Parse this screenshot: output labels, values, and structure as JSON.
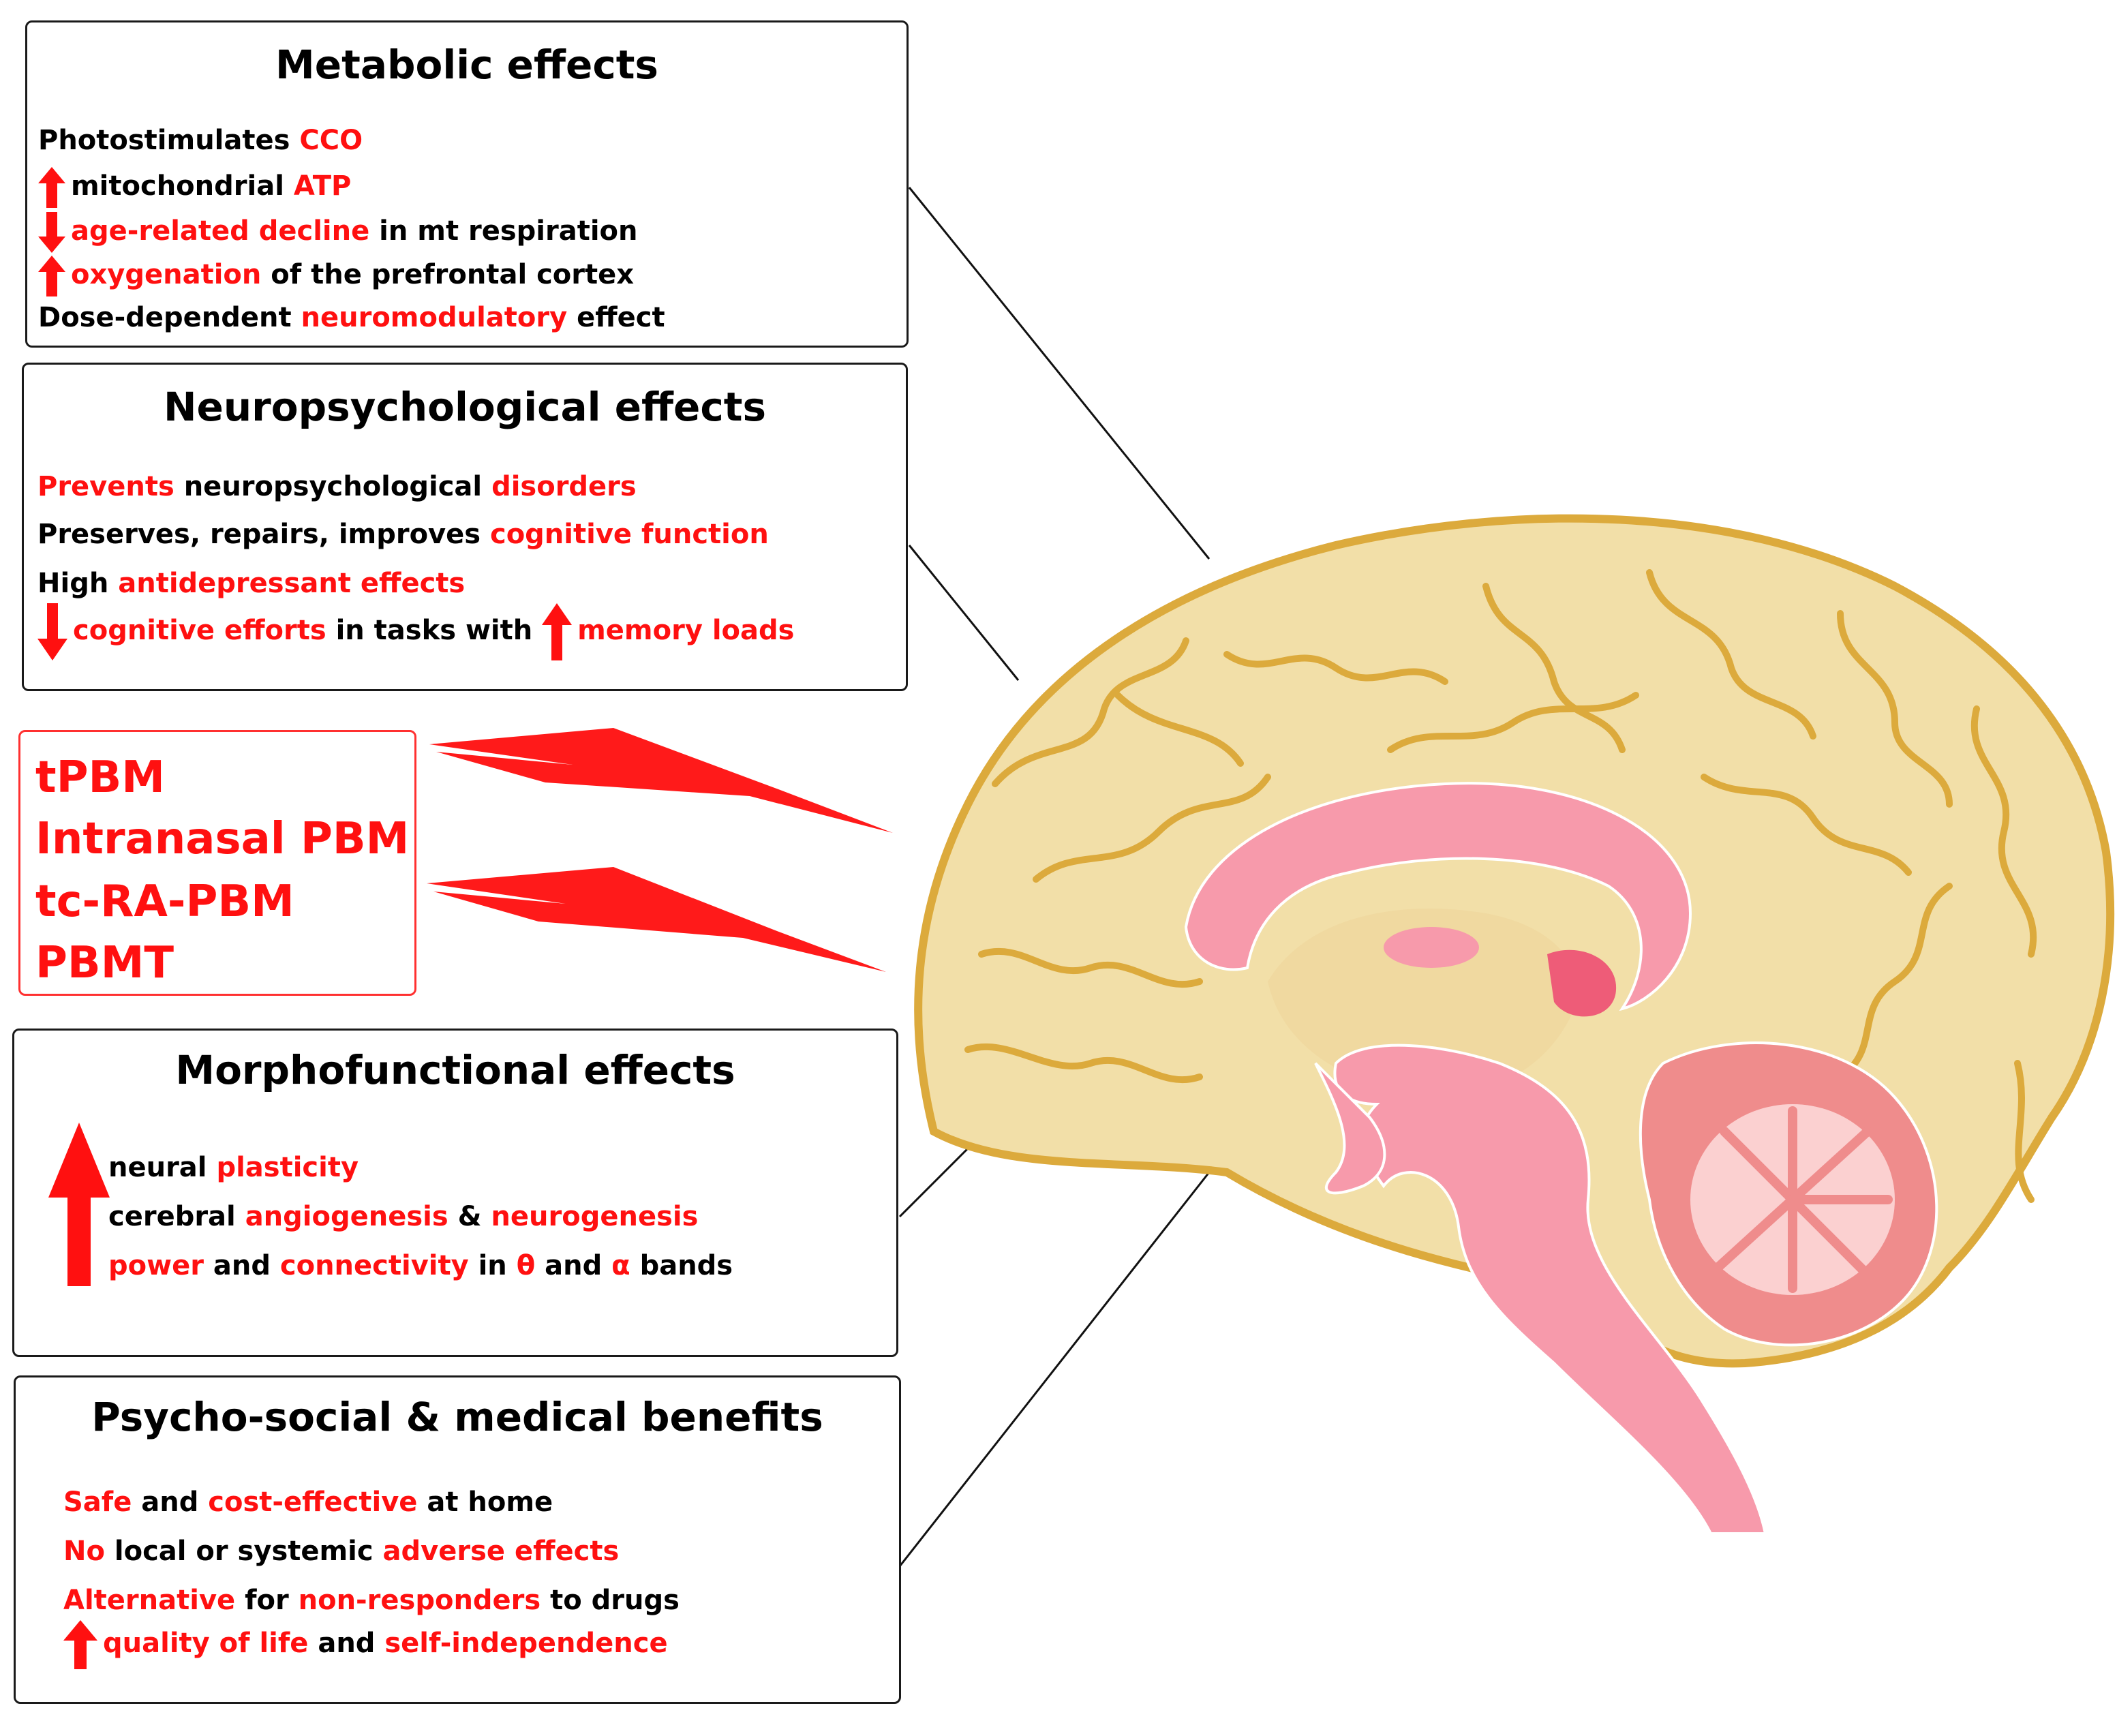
{
  "metabolic": {
    "title": "Metabolic effects",
    "lines": [
      [
        {
          "t": "Photostimulates ",
          "c": "k"
        },
        {
          "t": "CCO",
          "c": "r"
        }
      ],
      [
        {
          "t": "mitochondrial ",
          "c": "k"
        },
        {
          "t": "ATP",
          "c": "r"
        }
      ],
      [
        {
          "t": "age-related decline",
          "c": "r"
        },
        {
          "t": " in mt respiration",
          "c": "k"
        }
      ],
      [
        {
          "t": "oxygenation",
          "c": "r"
        },
        {
          "t": " of the prefrontal cortex",
          "c": "k"
        }
      ],
      [
        {
          "t": "Dose-dependent ",
          "c": "k"
        },
        {
          "t": "neuromodulatory",
          "c": "r"
        },
        {
          "t": " effect",
          "c": "k"
        }
      ]
    ]
  },
  "neuro": {
    "title": "Neuropsychological effects",
    "lines": [
      [
        {
          "t": "Prevents",
          "c": "r"
        },
        {
          "t": " neuropsychological ",
          "c": "k"
        },
        {
          "t": "disorders",
          "c": "r"
        }
      ],
      [
        {
          "t": "Preserves, repairs, improves ",
          "c": "k"
        },
        {
          "t": "cognitive function",
          "c": "r"
        }
      ],
      [
        {
          "t": "High ",
          "c": "k"
        },
        {
          "t": "antidepressant effects",
          "c": "r"
        }
      ],
      [
        {
          "t": "cognitive efforts",
          "c": "r"
        },
        {
          "t": " in tasks with ",
          "c": "k"
        }
      ],
      [
        {
          "t": "memory loads",
          "c": "r"
        }
      ]
    ]
  },
  "methods": [
    "tPBM",
    "Intranasal PBM",
    "tc-RA-PBM",
    "PBMT"
  ],
  "morpho": {
    "title": "Morphofunctional effects",
    "lines": [
      [
        {
          "t": "neural ",
          "c": "k"
        },
        {
          "t": "plasticity",
          "c": "r"
        }
      ],
      [
        {
          "t": "cerebral ",
          "c": "k"
        },
        {
          "t": "angiogenesis",
          "c": "r"
        },
        {
          "t": " & ",
          "c": "k"
        },
        {
          "t": "neurogenesis",
          "c": "r"
        }
      ],
      [
        {
          "t": "power",
          "c": "r"
        },
        {
          "t": " and ",
          "c": "k"
        },
        {
          "t": "connectivity",
          "c": "r"
        },
        {
          "t": " in ",
          "c": "k"
        },
        {
          "t": "θ",
          "c": "r"
        },
        {
          "t": " and ",
          "c": "k"
        },
        {
          "t": "α",
          "c": "r"
        },
        {
          "t": " bands",
          "c": "k"
        }
      ]
    ]
  },
  "psycho": {
    "title": "Psycho-social & medical benefits",
    "lines": [
      [
        {
          "t": "Safe",
          "c": "r"
        },
        {
          "t": " and ",
          "c": "k"
        },
        {
          "t": "cost-effective",
          "c": "r"
        },
        {
          "t": " at home",
          "c": "k"
        }
      ],
      [
        {
          "t": "No",
          "c": "r"
        },
        {
          "t": " local or systemic ",
          "c": "k"
        },
        {
          "t": "adverse effects",
          "c": "r"
        }
      ],
      [
        {
          "t": "Alternative",
          "c": "r"
        },
        {
          "t": " for ",
          "c": "k"
        },
        {
          "t": "non-responders",
          "c": "r"
        },
        {
          "t": " to drugs",
          "c": "k"
        }
      ],
      [
        {
          "t": "quality of life",
          "c": "r"
        },
        {
          "t": " and ",
          "c": "k"
        },
        {
          "t": "self-independence",
          "c": "r"
        }
      ]
    ]
  },
  "colors": {
    "accent_red": "#ff1010",
    "brain_fill": "#f2dfa8",
    "brain_stroke": "#dcaa3c",
    "pink": "#f79aab",
    "cerebellum": "#ef8c8c"
  },
  "icons": [
    "up-arrow-icon",
    "down-arrow-icon",
    "lightning-bolt-icon"
  ]
}
